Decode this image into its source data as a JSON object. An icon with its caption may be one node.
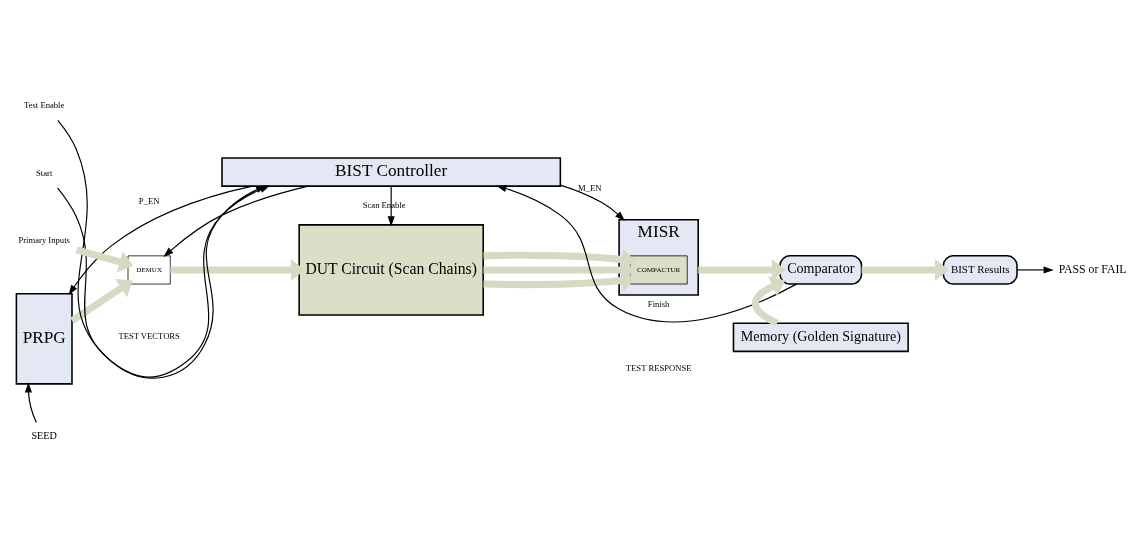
{
  "diagram": {
    "nodes": [
      {
        "text": [
          "BIST Controller"
        ]
      },
      {
        "text": [
          "PRPG"
        ]
      },
      {
        "text": [
          "DEMUX"
        ]
      },
      {
        "text": [
          "DUT Circuit (Scan Chains)"
        ]
      },
      {
        "text": [
          "MISR"
        ]
      },
      {
        "text": [
          "COMPACTUR"
        ],
        "in": 4
      },
      {
        "text": [
          "Comparator"
        ]
      },
      {
        "text": [
          "BIST Results"
        ]
      },
      {
        "text": [
          "Memory (Golden Signature)"
        ]
      },
      {
        "text": [
          "Test Enable"
        ]
      },
      {
        "text": [
          "Start"
        ]
      },
      {
        "text": [
          "SEED"
        ]
      },
      {
        "text": [
          "PASS or FAIL"
        ]
      },
      {
        "text": [
          "Primary Inputs"
        ]
      }
    ],
    "edges": [
      {
        "from": 9,
        "to": 0,
        "arrow": "to"
      },
      {
        "from": 10,
        "to": 0,
        "arrow": "to"
      },
      {
        "from": 0,
        "to": 1,
        "arrow": "to",
        "label": "P_EN"
      },
      {
        "from": 0,
        "to": 2,
        "arrow": "to"
      },
      {
        "from": 0,
        "to": 3,
        "arrow": "to",
        "label": "Scan Enable"
      },
      {
        "from": 0,
        "to": 4,
        "arrow": "to",
        "label": "M_EN"
      },
      {
        "from": 6,
        "to": 0,
        "arrow": "to",
        "label": "Finish"
      },
      {
        "from": 11,
        "to": 1,
        "arrow": "to"
      },
      {
        "from": 7,
        "to": 12,
        "arrow": "to"
      },
      {
        "from": 13,
        "to": 2,
        "arrow": "to",
        "style": "thick",
        "color": "#d5dbc3"
      },
      {
        "from": 1,
        "to": 2,
        "arrow": "to",
        "style": "thick",
        "color": "#d5dbc3"
      },
      {
        "from": 2,
        "to": 3,
        "arrow": "to",
        "style": "thick",
        "color": "#d5dbc3"
      },
      {
        "from": 3,
        "to": 5,
        "arrow": "to",
        "style": "thick",
        "color": "#d5dbc3"
      },
      {
        "from": 3,
        "to": 5,
        "arrow": "to",
        "style": "thick",
        "color": "#d5dbc3"
      },
      {
        "from": 3,
        "to": 5,
        "arrow": "to",
        "style": "thick",
        "color": "#d5dbc3"
      },
      {
        "from": 4,
        "to": 6,
        "arrow": "to",
        "style": "thick",
        "color": "#d5dbc3"
      },
      {
        "from": 6,
        "to": 7,
        "arrow": "to",
        "style": "thick",
        "color": "#d5dbc3"
      },
      {
        "from": 8,
        "to": 6,
        "arrow": "to",
        "style": "thick",
        "color": "#d5dbc3"
      }
    ],
    "labels": [
      "TEST VECTORS",
      "TEST RESPONSE"
    ]
  }
}
